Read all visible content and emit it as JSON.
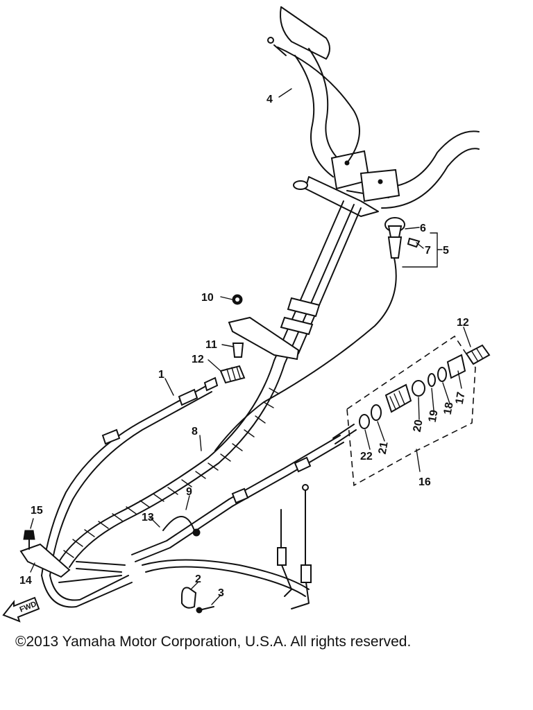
{
  "callouts": {
    "c1": "1",
    "c2": "2",
    "c3": "3",
    "c4": "4",
    "c5": "5",
    "c6": "6",
    "c7": "7",
    "c8": "8",
    "c9": "9",
    "c10": "10",
    "c11": "11",
    "c12a": "12",
    "c12b": "12",
    "c13": "13",
    "c14": "14",
    "c15": "15",
    "c16": "16",
    "c17": "17",
    "c18": "18",
    "c19": "19",
    "c20": "20",
    "c21": "21",
    "c22": "22"
  },
  "direction_label": "FWD",
  "copyright": "©2013 Yamaha Motor Corporation, U.S.A. All rights reserved."
}
